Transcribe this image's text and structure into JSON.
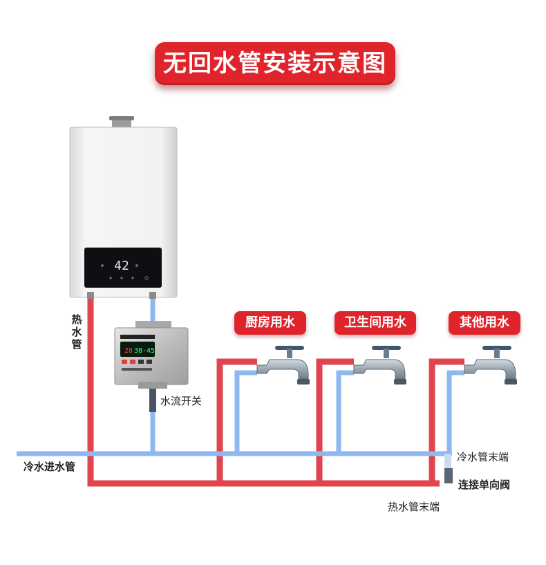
{
  "title": "无回水管安装示意图",
  "usage_tags": [
    "厨房用水",
    "卫生间用水",
    "其他用水"
  ],
  "labels": {
    "hot_water_pipe": "热水管",
    "water_flow_switch": "水流开关",
    "cold_water_inlet": "冷水进水管",
    "cold_pipe_end": "冷水管末端",
    "check_valve": "连接单向阀",
    "hot_pipe_end": "热水管末端"
  },
  "heater_display": {
    "temperature": "42"
  },
  "pump_display": {
    "left": "28",
    "right": "38-45"
  },
  "colors": {
    "hot_pipe": "#e0454f",
    "cold_pipe": "#8fb8f0",
    "accent": "#e0242b",
    "valve": "#3e5870"
  },
  "icons": [
    "water-heater-icon",
    "pump-controller-icon",
    "faucet-icon",
    "check-valve-icon"
  ]
}
